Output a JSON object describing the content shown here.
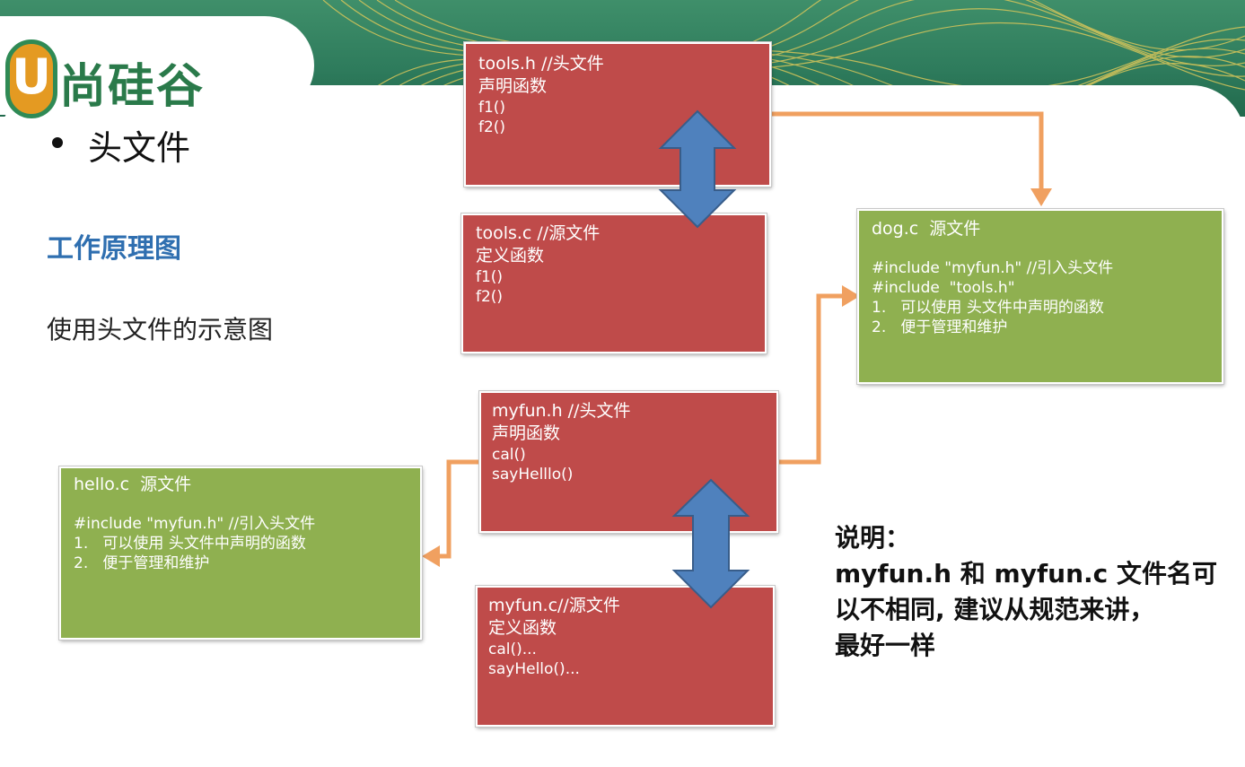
{
  "logo": {
    "letter": "U",
    "text": "尚硅谷"
  },
  "slide": {
    "bullet": "头文件",
    "subheading": "工作原理图",
    "caption": "使用头文件的示意图"
  },
  "boxes": {
    "tools_h": {
      "lines": [
        "tools.h //头文件",
        "声明函数",
        "f1()",
        "f2()"
      ]
    },
    "tools_c": {
      "lines": [
        "tools.c //源文件",
        "定义函数",
        "f1()",
        "f2()"
      ]
    },
    "dog_c": {
      "title": "dog.c  源文件",
      "lines": [
        "#include \"myfun.h\" //引入头文件",
        "#include  \"tools.h\"",
        "1.   可以使用 头文件中声明的函数",
        "2.   便于管理和维护"
      ]
    },
    "myfun_h": {
      "lines": [
        "myfun.h //头文件",
        "声明函数",
        "cal()",
        "sayHelllo()"
      ]
    },
    "hello_c": {
      "title": "hello.c  源文件",
      "lines": [
        "#include \"myfun.h\" //引入头文件",
        "1.   可以使用 头文件中声明的函数",
        "2.   便于管理和维护"
      ]
    },
    "myfun_c": {
      "lines": [
        "myfun.c//源文件",
        "定义函数",
        "cal()...",
        "sayHello()..."
      ]
    }
  },
  "note": {
    "lines": [
      "说明：",
      "myfun.h 和 myfun.c 文件名可",
      "以不相同, 建议从规范来讲，",
      "最好一样"
    ]
  },
  "colors": {
    "banner": "#2e7b5c",
    "red_box": "#bf4b4a",
    "green_box": "#8fb050",
    "orange_arrow": "#f0a060",
    "blue_arrow": "#4f81bd",
    "subheading": "#2f6fb0"
  }
}
